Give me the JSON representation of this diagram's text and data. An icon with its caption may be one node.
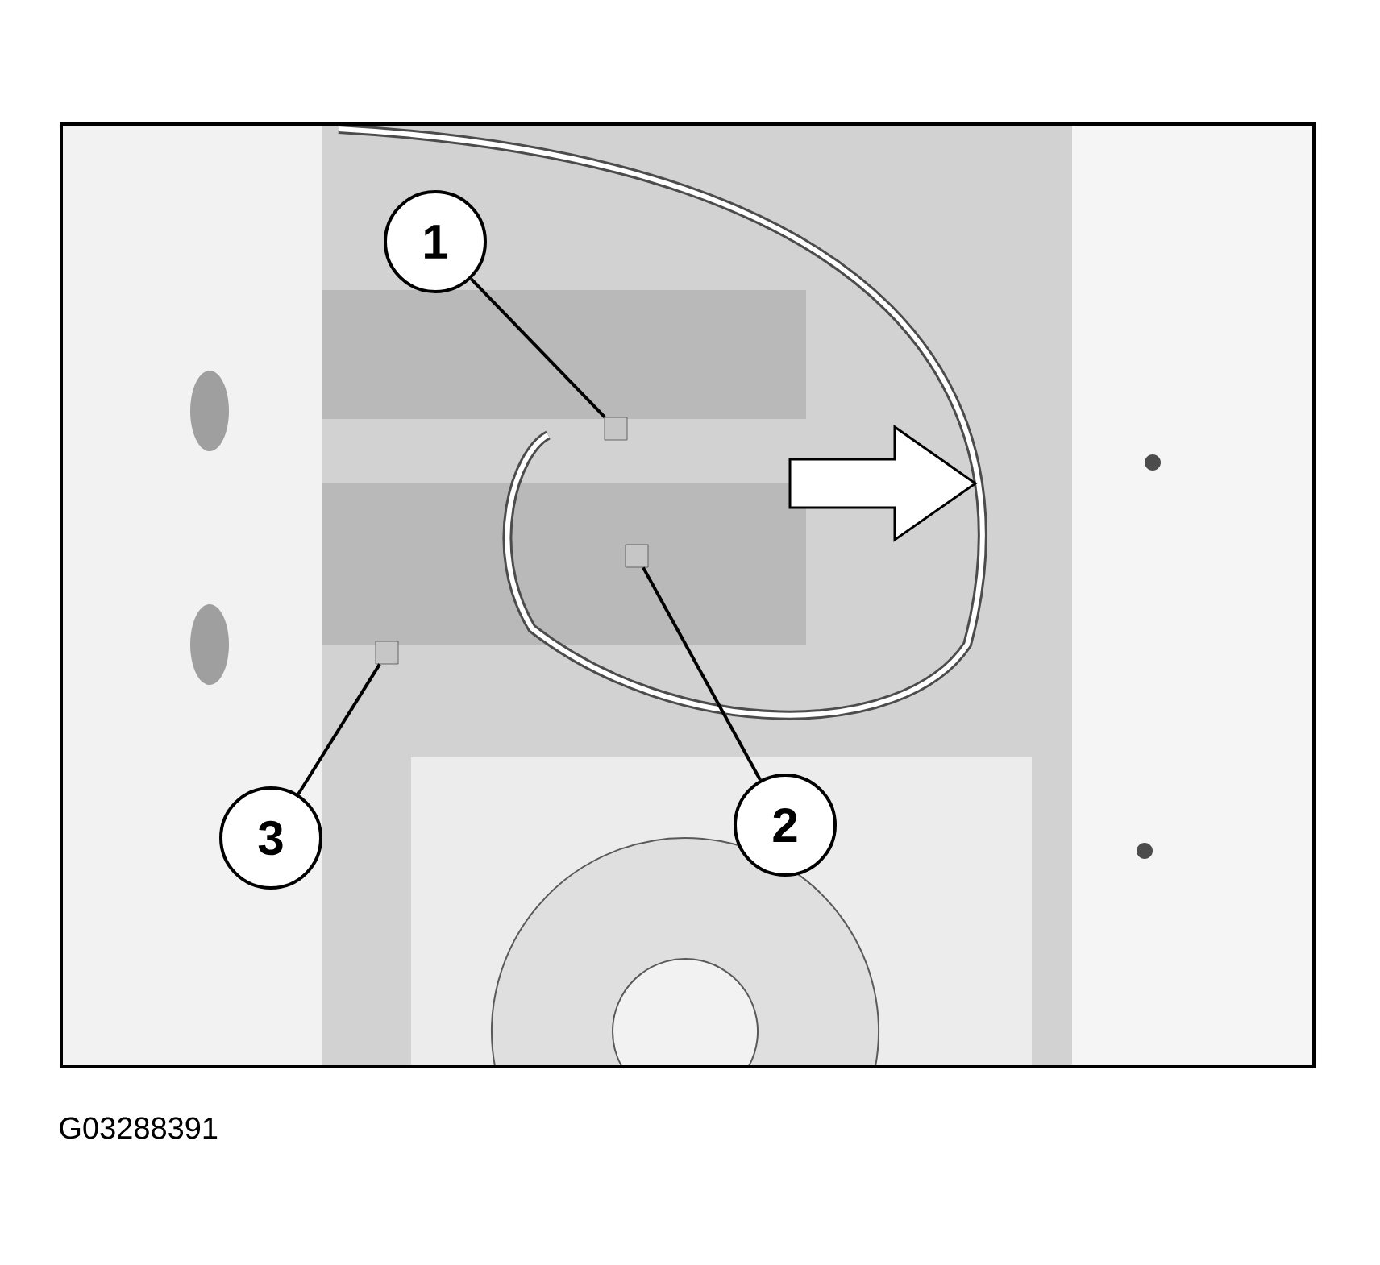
{
  "diagram": {
    "nodes": [
      {
        "text": [
          "1"
        ]
      },
      {
        "text": [],
        "shape": "box"
      },
      {
        "text": [
          "3"
        ]
      },
      {
        "text": [],
        "shape": "box"
      },
      {
        "text": [
          "2"
        ]
      },
      {
        "text": [],
        "shape": "box"
      }
    ],
    "edges": [
      {
        "from": 0,
        "to": 1,
        "arrow": "none"
      },
      {
        "from": 2,
        "to": 3,
        "arrow": "none"
      },
      {
        "from": 4,
        "to": 5,
        "arrow": "none"
      }
    ],
    "labels": [
      "G03288391"
    ]
  }
}
